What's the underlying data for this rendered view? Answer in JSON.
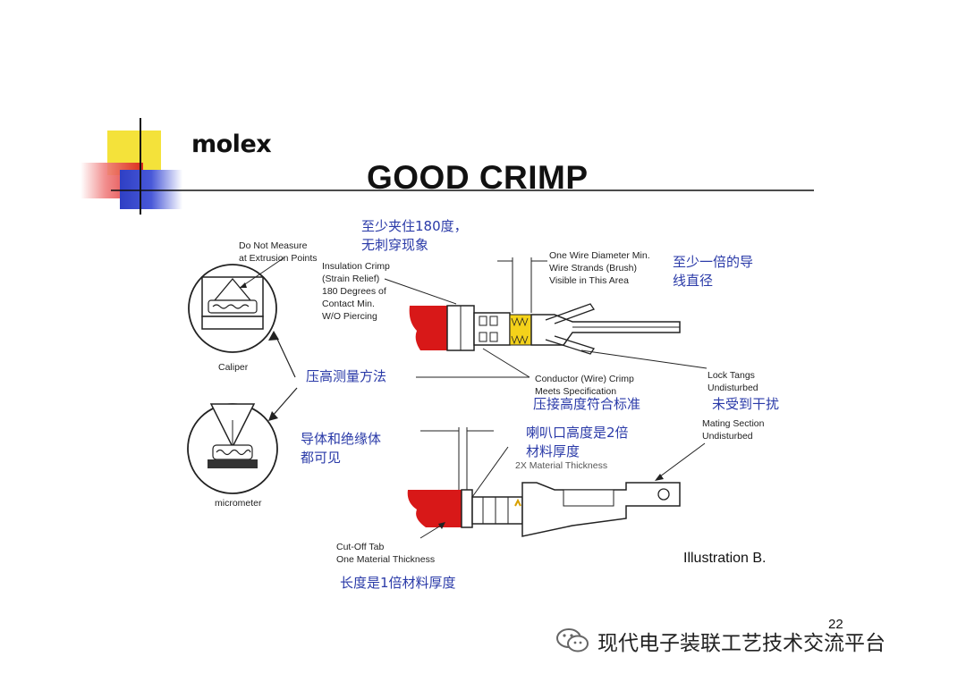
{
  "slide": {
    "brand": "molex",
    "title": "GOOD CRIMP",
    "illustration_label": "Illustration B.",
    "page_number": "22"
  },
  "labels_en": {
    "do_not_measure": [
      "Do Not Measure",
      "at Extrusion Points"
    ],
    "insulation_crimp": [
      "Insulation Crimp",
      "(Strain Relief)",
      "180 Degrees of",
      "Contact Min.",
      "W/O Piercing"
    ],
    "one_wire_diameter": [
      "One Wire Diameter Min.",
      "Wire Strands (Brush)",
      "Visible in This Area"
    ],
    "caliper": "Caliper",
    "conductor_crimp": [
      "Conductor (Wire) Crimp",
      "Meets Specification"
    ],
    "lock_tangs": [
      "Lock Tangs",
      "Undisturbed"
    ],
    "mating_section": [
      "Mating Section",
      "Undisturbed"
    ],
    "micrometer": "micrometer",
    "material_thickness": "2X Material Thickness",
    "cutoff_tab": [
      "Cut-Off Tab",
      "One Material Thickness"
    ]
  },
  "labels_cn": {
    "insulation_180": [
      "至少夹住180度，",
      "无刺穿现象"
    ],
    "wire_diameter": [
      "至少一倍的导",
      "线直径"
    ],
    "crimp_height": "压高测量方法",
    "crimp_spec": "压接高度符合标准",
    "lock_tangs": "未受到干扰",
    "visible": [
      "导体和绝缘体",
      "都可见"
    ],
    "bellmouth": [
      "喇叭口高度是2倍",
      "材料厚度"
    ],
    "cutoff_length": "长度是1倍材料厚度"
  },
  "watermark": {
    "text": "现代电子装联工艺技术交流平台",
    "icon": "wechat-icon"
  },
  "colors": {
    "red": "#d81818",
    "yellow": "#f4e23a",
    "blue": "#2e3fc4",
    "chinese_text": "#2a3aa8"
  }
}
